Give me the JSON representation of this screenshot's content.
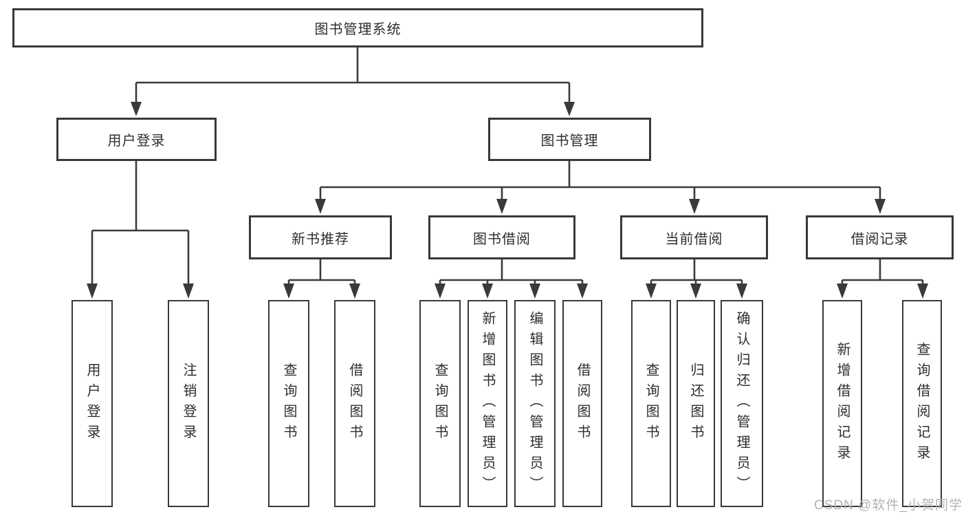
{
  "diagram": {
    "title": "图书管理系统",
    "type": "functional-structure-tree",
    "hierarchy": {
      "图书管理系统": {
        "用户登录": [
          "用户登录",
          "注销登录"
        ],
        "图书管理": {
          "新书推荐": [
            "查询图书",
            "借阅图书"
          ],
          "图书借阅": [
            "查询图书",
            "新增图书（管理员）",
            "编辑图书（管理员）",
            "借阅图书"
          ],
          "当前借阅": [
            "查询图书",
            "归还图书",
            "确认归还（管理员）"
          ],
          "借阅记录": [
            "新增借阅记录",
            "查询借阅记录"
          ]
        }
      }
    }
  },
  "nodes": {
    "root": {
      "label": "图书管理系统"
    },
    "login": {
      "label": "用户登录"
    },
    "manage": {
      "label": "图书管理"
    },
    "recommend": {
      "label": "新书推荐"
    },
    "borrow": {
      "label": "图书借阅"
    },
    "current": {
      "label": "当前借阅"
    },
    "records": {
      "label": "借阅记录"
    },
    "leaf_login": {
      "label": "用户登录"
    },
    "leaf_logout": {
      "label": "注销登录"
    },
    "rec_query": {
      "label": "查询图书"
    },
    "rec_borrow": {
      "label": "借阅图书"
    },
    "bor_query": {
      "label": "查询图书"
    },
    "bor_add": {
      "label": "新增图书（管理员）"
    },
    "bor_edit": {
      "label": "编辑图书（管理员）"
    },
    "bor_borrow": {
      "label": "借阅图书"
    },
    "cur_query": {
      "label": "查询图书"
    },
    "cur_return": {
      "label": "归还图书"
    },
    "cur_confirm": {
      "label": "确认归还（管理员）"
    },
    "recd_add": {
      "label": "新增借阅记录"
    },
    "recd_query": {
      "label": "查询借阅记录"
    }
  },
  "watermark": {
    "text": "CSDN @软件_小贺同学"
  },
  "colors": {
    "line": "#3a3a3a",
    "box_border": "#383838",
    "box_background": "#ffffff",
    "text": "#2e2e2e",
    "watermark": "#b3b3b3",
    "page_background": "#ffffff"
  }
}
